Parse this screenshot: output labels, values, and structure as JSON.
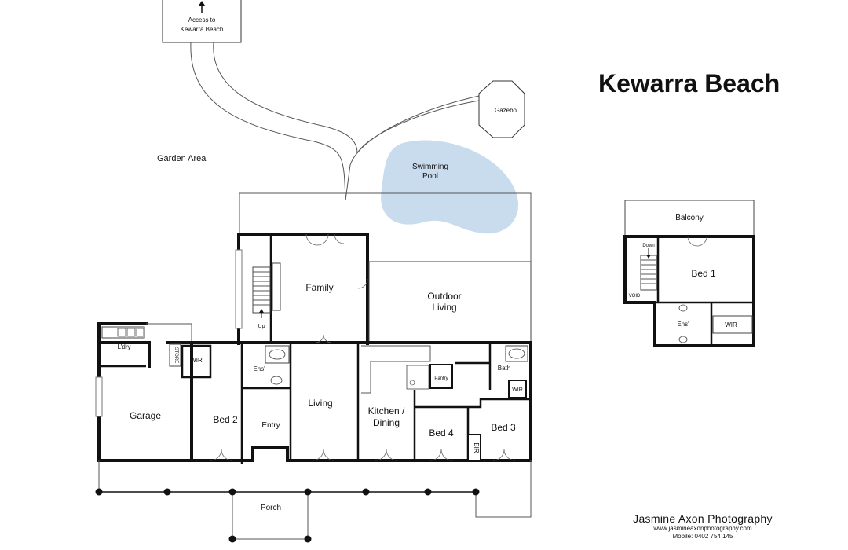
{
  "title": "Kewarra Beach",
  "access_label": [
    "Access to",
    "Kewarra Beach"
  ],
  "labels": {
    "gazebo": "Gazebo",
    "garden": "Garden Area",
    "pool": [
      "Swimming",
      "Pool"
    ],
    "family": "Family",
    "outdoor": [
      "Outdoor",
      "Living"
    ],
    "up": "Up",
    "laundry": "L'dry",
    "store": "STORE",
    "wir_main": "WIR",
    "garage": "Garage",
    "bed2": "Bed 2",
    "ens_main": "Ens'",
    "entry": "Entry",
    "living": "Living",
    "kitchen": [
      "Kitchen /",
      "Dining"
    ],
    "pantry": "Pantry",
    "bath": "Bath",
    "wir_bed3": "WIR",
    "bed4": "Bed 4",
    "bir": "BIR",
    "bed3": "Bed 3",
    "porch": "Porch",
    "balcony": "Balcony",
    "down": "Down",
    "void": "VOID",
    "bed1": "Bed 1",
    "ens_upper": "Ens'",
    "wir_upper": "WIR"
  },
  "credit": {
    "name": "Jasmine Axon Photography",
    "url": "www.jasmineaxonphotography.com",
    "mobile": "Mobile: 0402 754 145"
  },
  "colors": {
    "pool": "#c9dcee",
    "walls": "#111111"
  }
}
